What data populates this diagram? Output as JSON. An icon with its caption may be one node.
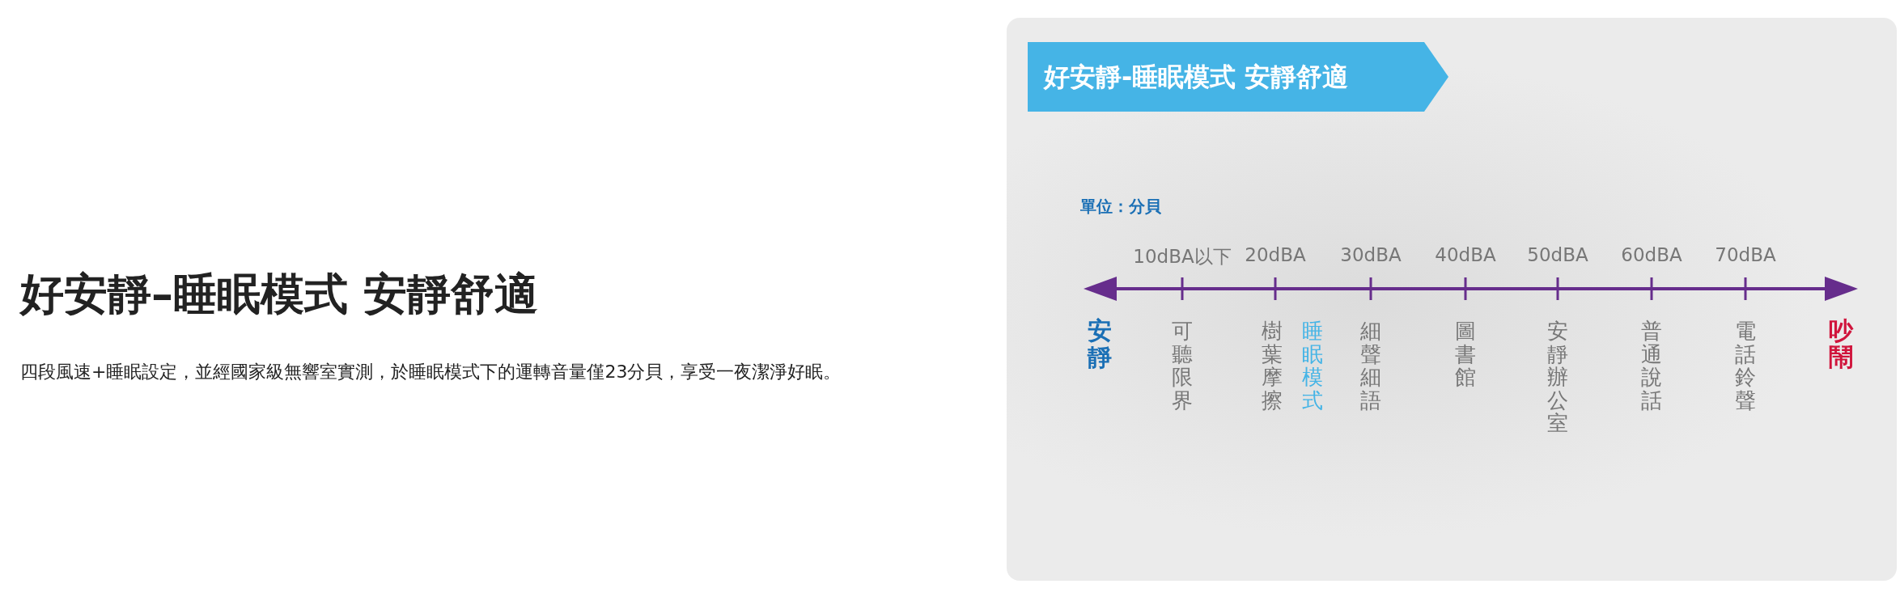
{
  "diagram": {
    "title": "好安靜–睡眠模式 安靜舒適",
    "caption": "四段風速+睡眠設定，並經國家級無響室實測，於睡眠模式下的運轉音量僅23分貝，享受一夜潔淨好眠。",
    "nodes": [
      {
        "text": [
          "好安靜-睡眠模式 安靜舒適"
        ]
      }
    ],
    "labels": [
      "單位：分貝",
      "10dBA以下",
      "20dBA",
      "30dBA",
      "40dBA",
      "50dBA",
      "60dBA",
      "70dBA",
      "安靜",
      "可聽限界",
      "樹葉摩擦",
      "睡眠模式",
      "細聲細語",
      "圖書館",
      "安靜辦公室",
      "普通說話",
      "電話鈴聲",
      "吵鬧"
    ]
  }
}
